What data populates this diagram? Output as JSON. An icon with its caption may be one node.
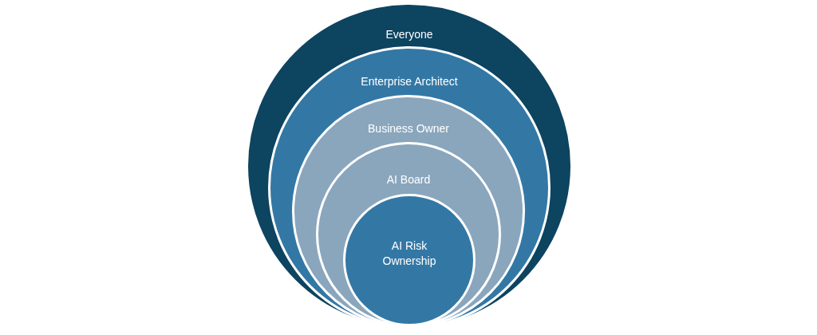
{
  "diagram": {
    "nodes": [
      {
        "text": [
          "Everyone"
        ]
      },
      {
        "text": [
          "Enterprise Architect"
        ],
        "in": 0
      },
      {
        "text": [
          "Business Owner"
        ],
        "in": 1
      },
      {
        "text": [
          "AI Board"
        ],
        "in": 2
      },
      {
        "text": [
          "AI Risk Ownership"
        ],
        "in": 3
      }
    ]
  }
}
